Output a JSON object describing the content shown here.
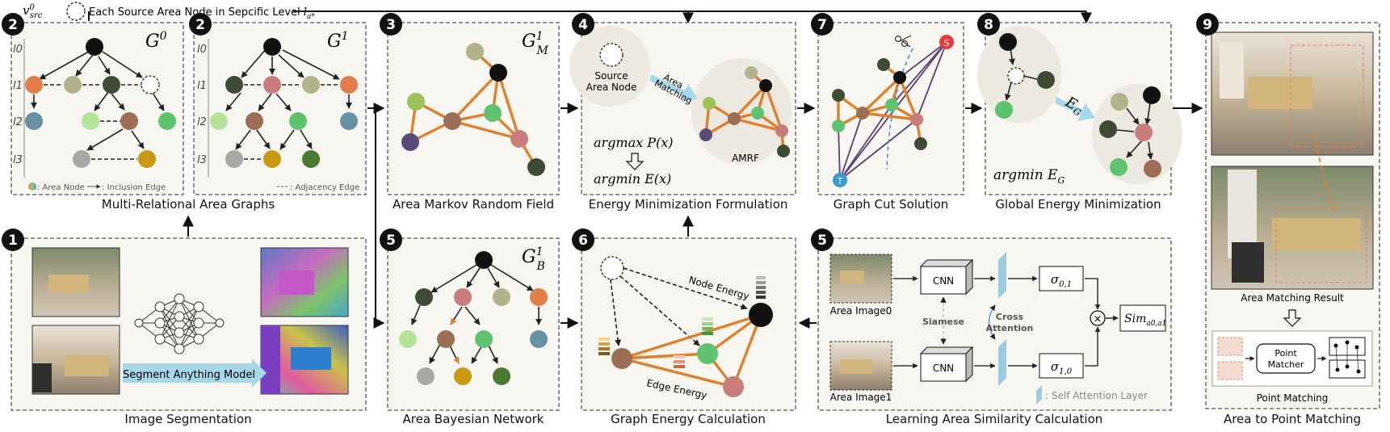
{
  "top_legend": {
    "symbol": "v",
    "symbol_sup": "0",
    "symbol_sub": "src",
    "text": "Each Source Area Node in Sepcific Level ",
    "level_symbol": "l",
    "level_sub": "a*"
  },
  "panels": {
    "p2a": {
      "badge": "2",
      "graph_label": "G",
      "graph_sup": "0",
      "levels": [
        "l0",
        "l1",
        "l2",
        "l3"
      ],
      "legend_area": ": Area Node",
      "legend_incl": ": Inclusion Edge"
    },
    "p2b": {
      "badge": "2",
      "graph_label": "G",
      "graph_sup": "1",
      "levels": [
        "l0",
        "l1",
        "l2",
        "l3"
      ],
      "legend_adj": ": Adjacency Edge"
    },
    "p2_caption": "Multi-Relational Area Graphs",
    "p3": {
      "badge": "3",
      "graph_label": "G",
      "graph_sup": "1",
      "graph_sub": "M",
      "caption": "Area Markov Random Field"
    },
    "p4": {
      "badge": "4",
      "source_label_1": "Source",
      "source_label_2": "Area Node",
      "matching_1": "Area",
      "matching_2": "Matching",
      "argmax": "argmax P(x)",
      "argmin": "argmin E(x)",
      "amrf": "AMRF",
      "caption": "Energy Minimization Formulation"
    },
    "p7": {
      "badge": "7",
      "s_label": "S",
      "t_label": "T",
      "caption": "Graph Cut Solution"
    },
    "p8": {
      "badge": "8",
      "eg": "E",
      "eg_sub": "G",
      "argmin": "argmin E",
      "argmin_sub": "G",
      "caption": "Global Energy Minimization"
    },
    "p9": {
      "badge": "9",
      "result_label": "Area Matching Result",
      "matcher_1": "Point",
      "matcher_2": "Matcher",
      "pm_label": "Point Matching",
      "caption": "Area to Point Matching"
    },
    "p1": {
      "badge": "1",
      "sam": "Segment Anything Model",
      "caption": "Image Segmentation"
    },
    "p5a": {
      "badge": "5",
      "graph_label": "G",
      "graph_sup": "1",
      "graph_sub": "B",
      "caption": "Area Bayesian Network"
    },
    "p6": {
      "badge": "6",
      "node_energy": "Node Energy",
      "edge_energy": "Edge Energy",
      "caption": "Graph Energy Calculation"
    },
    "p5b": {
      "badge": "5",
      "img0": "Area Image0",
      "img1": "Area Image1",
      "cnn": "CNN",
      "siamese": "Siamese",
      "cross_1": "Cross",
      "cross_2": "Attention",
      "sigma01": "σ",
      "sigma01_sub": "0,1",
      "sigma10": "σ",
      "sigma10_sub": "1,0",
      "times": "×",
      "sim": "Sim",
      "sim_sub": "a0,a1",
      "self_attn": ": Self Attention Layer",
      "caption": "Learning Area Similarity Calculation"
    }
  }
}
